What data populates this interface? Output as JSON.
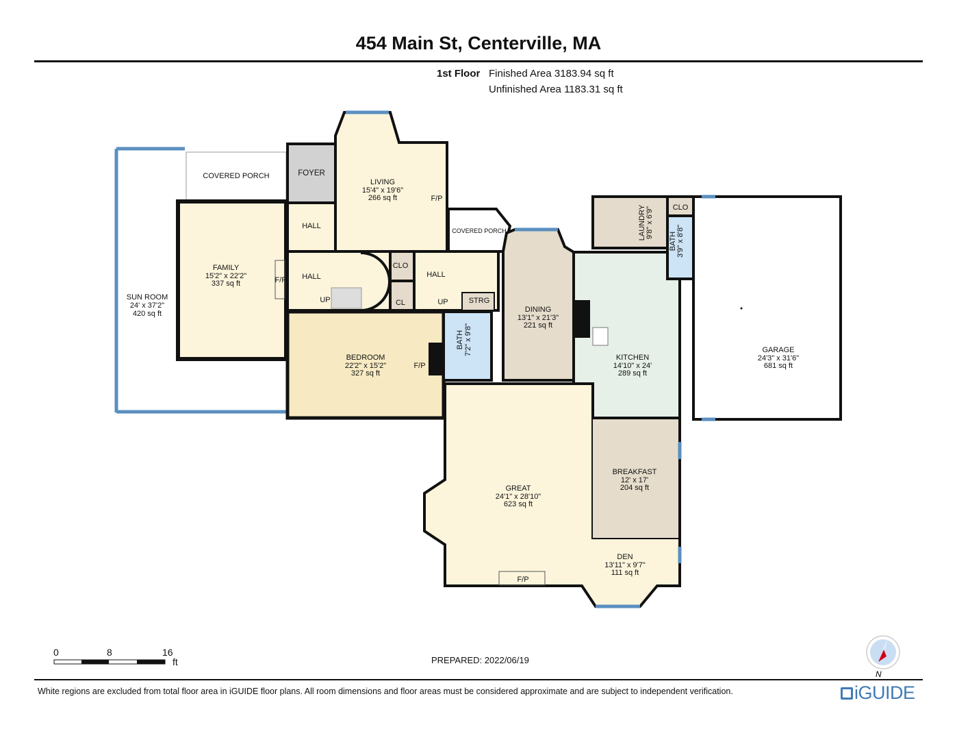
{
  "header": {
    "title": "454 Main St, Centerville, MA",
    "floor": "1st Floor",
    "finished_area": "Finished Area 3183.94 sq ft",
    "unfinished_area": "Unfinished Area 1183.31 sq ft"
  },
  "colors": {
    "wall": "#111111",
    "window": "#5b8fc0",
    "living_space": "#fcf5dc",
    "bedroom": "#f7eac2",
    "foyer": "#d2d2d2",
    "dining": "#e5dccb",
    "kitchen": "#e6efe8",
    "bath": "#cde3f6",
    "utility": "#e4dbcc",
    "unfinished": "#ffffff"
  },
  "rooms": {
    "sun_room": {
      "name": "SUN ROOM",
      "dims": "24' x 37'2\"",
      "area": "420 sq ft"
    },
    "covered_porch_1": {
      "name": "COVERED PORCH"
    },
    "foyer": {
      "name": "FOYER"
    },
    "living": {
      "name": "LIVING",
      "dims": "15'4\" x 19'6\"",
      "area": "266 sq ft",
      "fp": "F/P"
    },
    "hall_1": {
      "name": "HALL"
    },
    "family": {
      "name": "FAMILY",
      "dims": "15'2\" x 22'2\"",
      "area": "337 sq ft",
      "fp": "F/P"
    },
    "hall_2": {
      "name": "HALL",
      "stairs": "UP"
    },
    "clo_1": {
      "name": "CLO"
    },
    "cl": {
      "name": "CL"
    },
    "hall_3": {
      "name": "HALL",
      "stairs": "UP"
    },
    "strg": {
      "name": "STRG"
    },
    "covered_porch_2": {
      "name": "COVERED PORCH"
    },
    "bedroom": {
      "name": "BEDROOM",
      "dims": "22'2\" x 15'2\"",
      "area": "327 sq ft",
      "fp": "F/P"
    },
    "bath_1": {
      "name": "BATH",
      "dims": "7'2\" x 9'8\""
    },
    "dining": {
      "name": "DINING",
      "dims": "13'1\" x 21'3\"",
      "area": "221 sq ft"
    },
    "laundry": {
      "name": "LAUNDRY",
      "dims": "9'8\" x 6'9\""
    },
    "clo_2": {
      "name": "CLO"
    },
    "bath_2": {
      "name": "BATH",
      "dims": "3'9\" x 8'8\""
    },
    "kitchen": {
      "name": "KITCHEN",
      "dims": "14'10\" x 24'",
      "area": "289 sq ft"
    },
    "garage": {
      "name": "GARAGE",
      "dims": "24'3\" x 31'6\"",
      "area": "681 sq ft"
    },
    "great": {
      "name": "GREAT",
      "dims": "24'1\" x 28'10\"",
      "area": "623 sq ft",
      "fp": "F/P"
    },
    "breakfast": {
      "name": "BREAKFAST",
      "dims": "12' x 17'",
      "area": "204 sq ft"
    },
    "den": {
      "name": "DEN",
      "dims": "13'11\" x 9'7\"",
      "area": "111 sq ft"
    }
  },
  "scale": {
    "ticks": [
      "0",
      "8",
      "16"
    ],
    "unit": "ft"
  },
  "compass": {
    "label": "N",
    "icon": "compass-icon"
  },
  "prepared": "PREPARED: 2022/06/19",
  "footer": {
    "disclaimer": "White regions are excluded from total floor area in iGUIDE floor plans. All room dimensions and floor areas must be considered approximate and are subject to independent verification.",
    "logo": "iGUIDE"
  }
}
